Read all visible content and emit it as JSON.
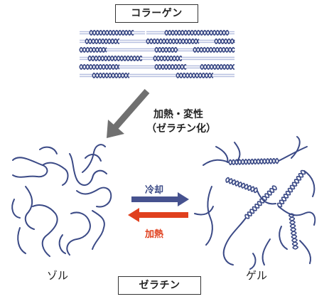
{
  "labels": {
    "collagen": "コラーゲン",
    "heat_denature": "加熱・変性",
    "gelatinization": "（ゼラチン化）",
    "cooling": "冷却",
    "heating": "加熱",
    "sol": "ゾル",
    "gel": "ゲル",
    "gelatin": "ゼラチン"
  },
  "colors": {
    "strand": "#3b4a86",
    "strand_light": "#b7c0e0",
    "cooling_arrow": "#46528f",
    "heating_arrow": "#e0401e",
    "heating_text": "#e0401e",
    "cooling_text": "#3b4a86",
    "big_arrow": "#707070"
  }
}
